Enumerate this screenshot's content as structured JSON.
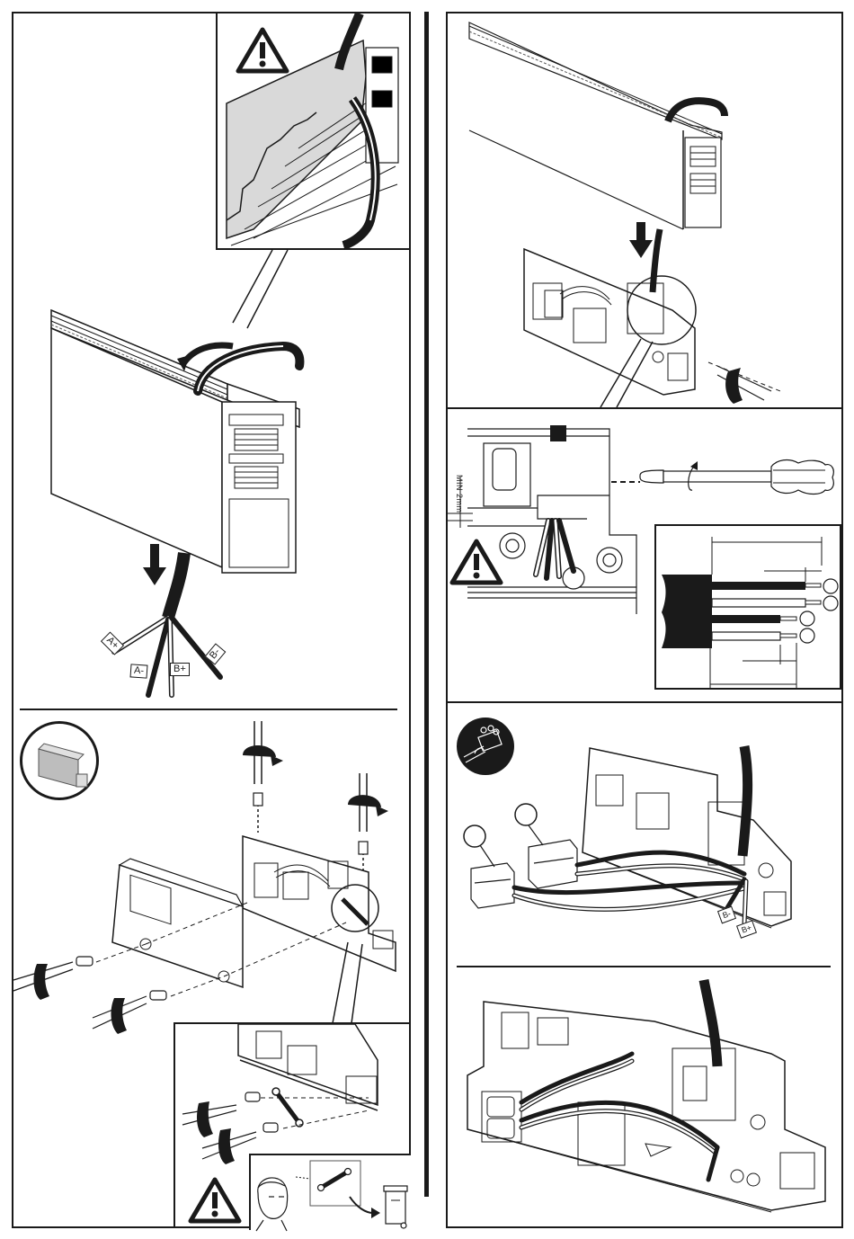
{
  "document": {
    "type": "installation-instructions",
    "left_column": {
      "step_1": {
        "warning_icon": "warning-triangle-icon",
        "wire_labels": [
          "A+",
          "A-",
          "B+",
          "B-"
        ]
      },
      "step_2": {
        "part_icon": "connector-module-icon",
        "detail": {
          "warning_icon": "warning-triangle-icon",
          "note_icon": "discard-bridge-to-bin-icon"
        }
      }
    },
    "right_column": {
      "step_3": {
        "arrow_icon": "down-arrow-icon"
      },
      "step_4": {
        "min_clearance_label": "MIN 2mm",
        "warning_icon": "warning-triangle-icon",
        "tool_icon": "flat-screwdriver-icon",
        "strip_length_diagram": {
          "wires": [
            "black",
            "white",
            "black",
            "white"
          ]
        }
      },
      "step_5": {
        "badge_icon": "wiring-connector-badge-icon",
        "wire_labels": [
          "B-",
          "B+"
        ]
      },
      "step_6": {}
    },
    "colors": {
      "ink": "#1a1a1a",
      "paper": "#ffffff",
      "shade": "#d9d9d9"
    }
  }
}
